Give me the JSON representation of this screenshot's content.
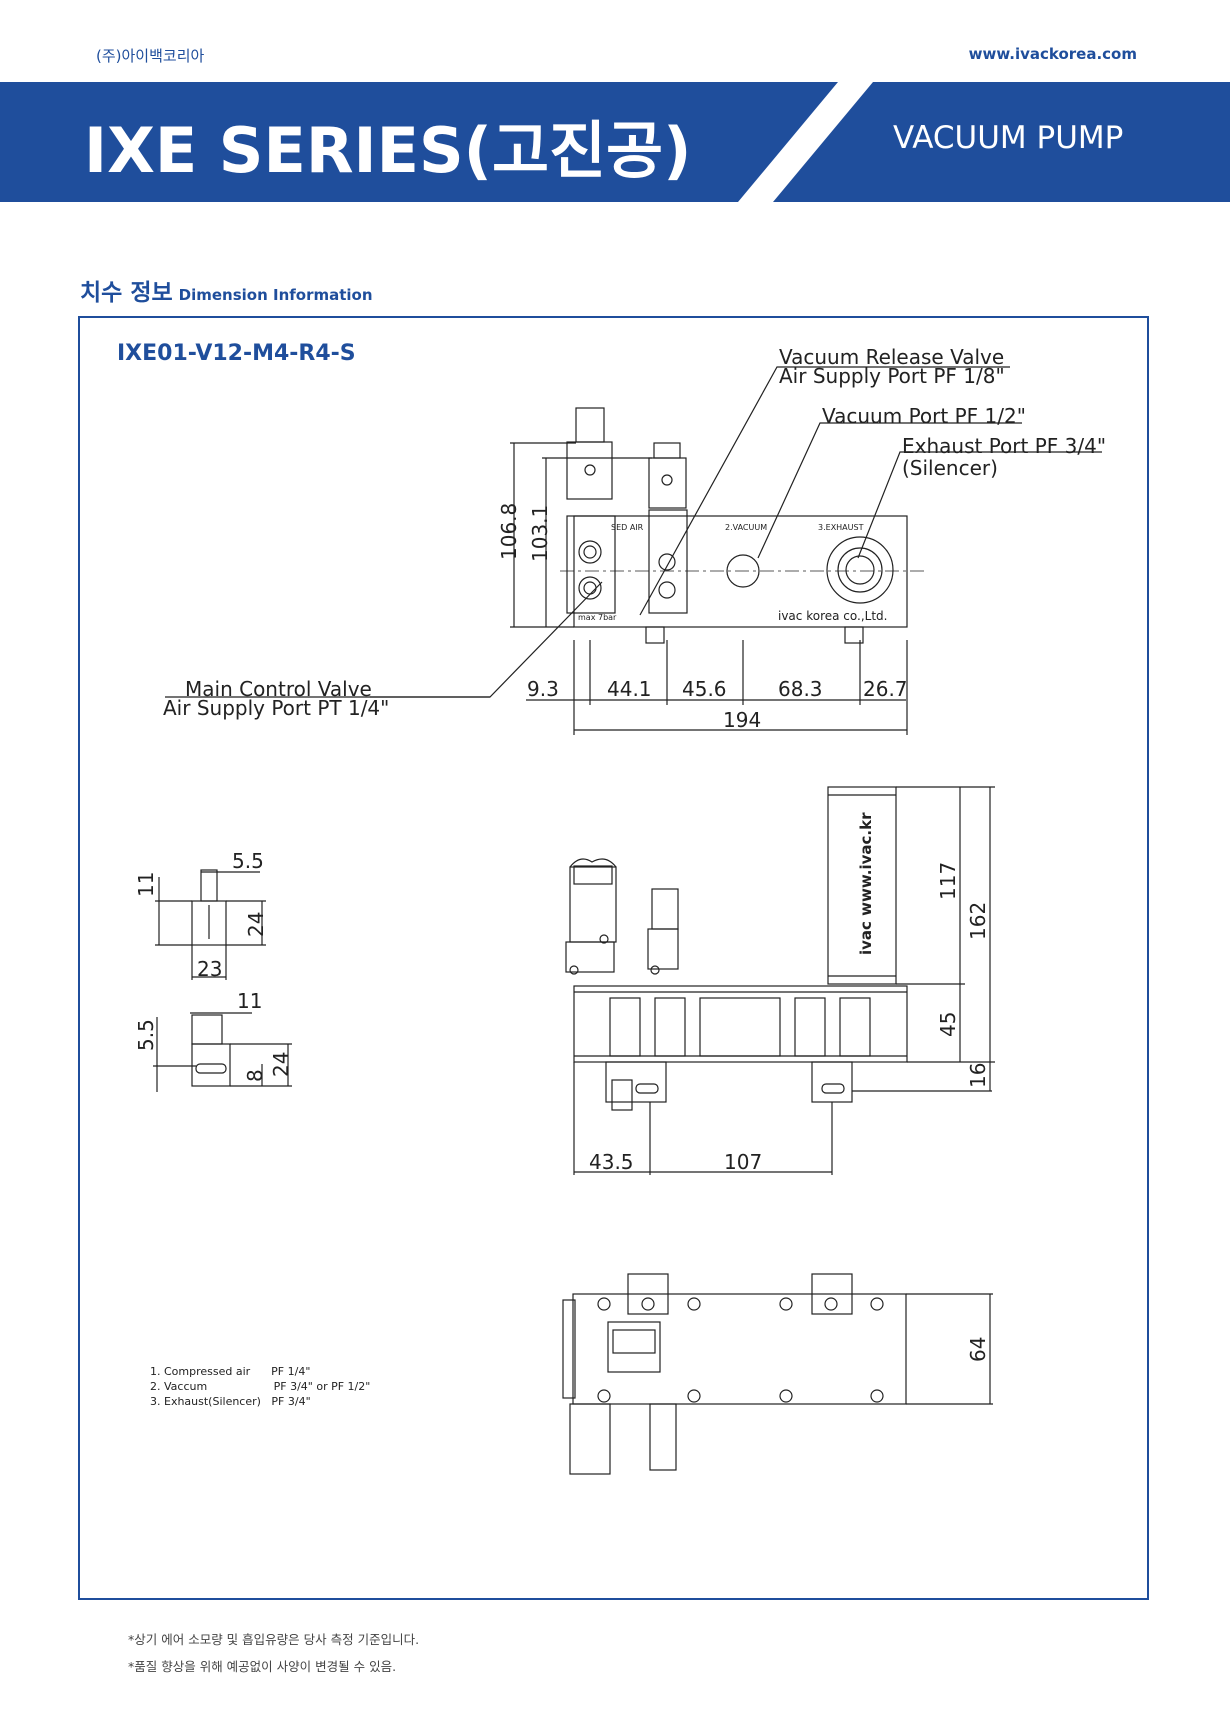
{
  "header": {
    "company": "(주)아이백코리아",
    "website": "www.ivackorea.com",
    "series_title": "IXE SERIES(고진공)",
    "product_type": "VACUUM PUMP",
    "brand_color": "#1f4e9c"
  },
  "section": {
    "title_ko": "치수 정보",
    "title_en": "Dimension Information"
  },
  "drawing": {
    "model": "IXE01-V12-M4-R4-S",
    "callouts": {
      "vacuum_release_1": "Vacuum Release Valve",
      "vacuum_release_2": "Air Supply Port PF 1/8\"",
      "vacuum_port": "Vacuum Port PF 1/2\"",
      "exhaust_1": "Exhaust Port PF 3/4\"",
      "exhaust_2": "(Silencer)",
      "main_valve_1": "Main Control Valve",
      "main_valve_2": "Air Supply Port PT 1/4\""
    },
    "front_labels": {
      "compressed_air": "SED AIR",
      "vacuum": "2.VACUUM",
      "exhaust": "3.EXHAUST",
      "pressure": "max 7bar",
      "maker": "ivac korea co.,Ltd."
    },
    "front_dims": {
      "h_total": "106.8",
      "h_body": "103.1",
      "d1": "9.3",
      "d2": "44.1",
      "d3": "45.6",
      "d4": "68.3",
      "d5": "26.7",
      "total": "194"
    },
    "side_dims": {
      "h_silencer": "117",
      "h_total": "162",
      "h_block": "45",
      "h_bracket": "16",
      "w1": "43.5",
      "w2": "107",
      "silencer_text": "ivac www.ivac.kr"
    },
    "bracket_dims": {
      "a_top": "5.5",
      "a_left": "11",
      "a_height": "24",
      "a_width": "23",
      "b_top": "11",
      "b_left": "5.5",
      "b_slot": "8",
      "b_height": "24"
    },
    "top_dims": {
      "depth": "64"
    }
  },
  "legend": {
    "line1": "1. Compressed air      PF 1/4\"",
    "line2": "2. Vaccum                   PF 3/4\" or PF 1/2\"",
    "line3": "3. Exhaust(Silencer)   PF 3/4\""
  },
  "notes": {
    "note1": "*상기 에어 소모량 및 흡입유량은 당사 측정 기준입니다.",
    "note2": "*품질 향상을 위해 예공없이 사양이 변경될 수 있음."
  }
}
